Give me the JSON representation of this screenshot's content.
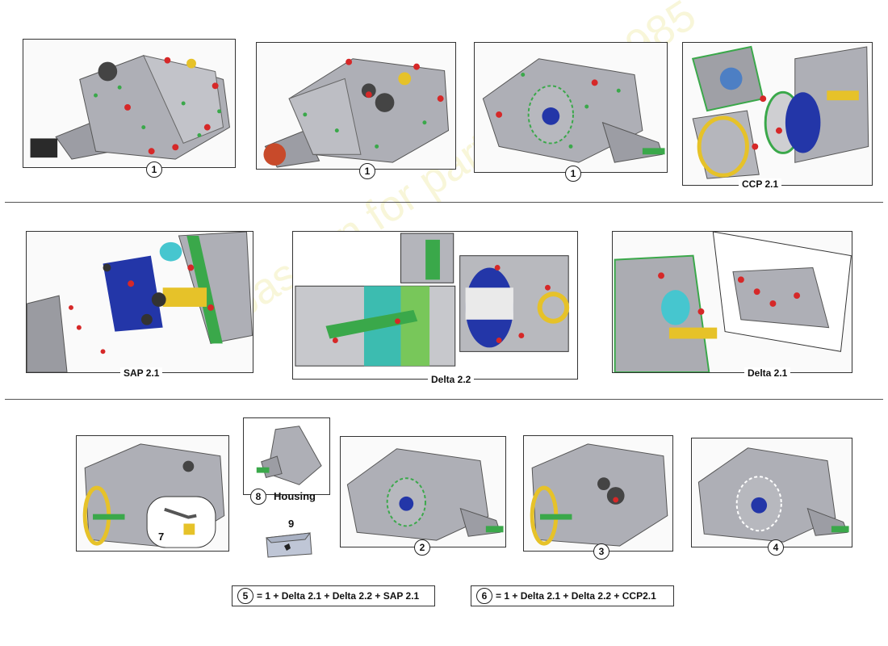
{
  "callouts": {
    "top1": "1",
    "top2": "1",
    "top3": "1",
    "bot2": "2",
    "bot3": "3",
    "bot4": "4",
    "n7": "7",
    "n8": "8",
    "n9": "9",
    "f5": "5",
    "f6": "6"
  },
  "labels": {
    "ccp": "CCP 2.1",
    "sap": "SAP 2.1",
    "delta22": "Delta 2.2",
    "delta21": "Delta 2.1",
    "housing": "Housing"
  },
  "formulas": {
    "f5_text": "= 1 + Delta 2.1 + Delta 2.2 + SAP 2.1",
    "f6_text": "= 1 + Delta 2.1 + Delta 2.2 +  CCP2.1"
  },
  "watermark": "a passion for parts since 1985",
  "colors": {
    "casing": "#a8a9b0",
    "marker": "#d62828",
    "bolt": "#3aa84a",
    "accent_yellow": "#e6c229",
    "accent_blue": "#2336a8",
    "accent_cyan": "#46c6cf"
  }
}
